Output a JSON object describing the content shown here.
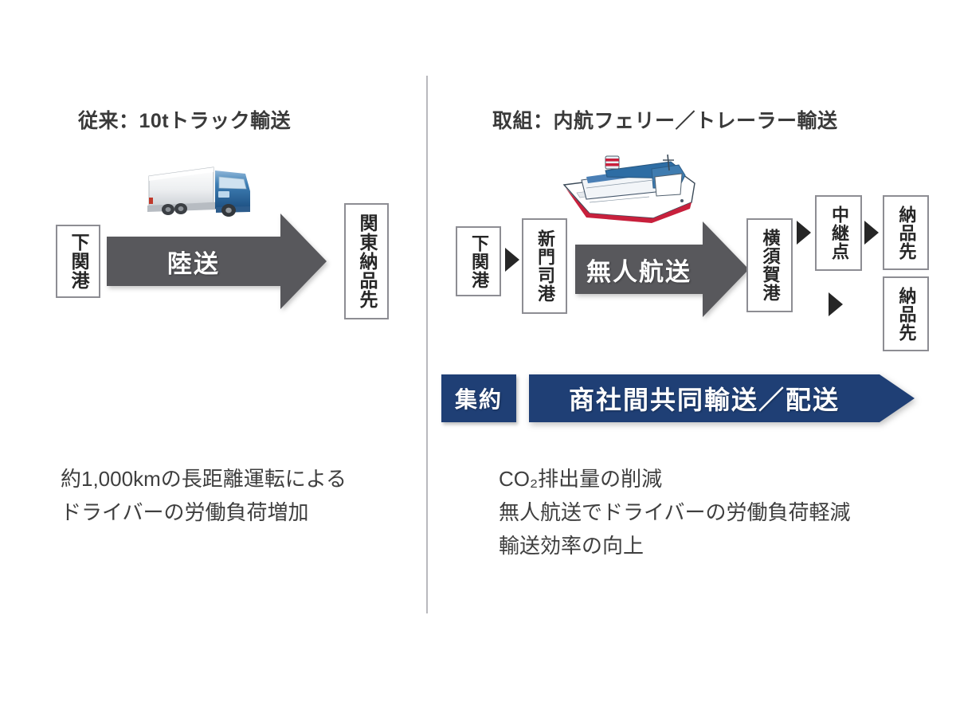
{
  "left_panel": {
    "title": "従来：10tトラック輸送",
    "origin_box": "下関港",
    "arrow_label": "陸送",
    "destination_box": "関東納品先",
    "truck_icon": "truck-icon",
    "caption_lines": [
      "約1,000kmの長距離運転による",
      "ドライバーの労働負荷増加"
    ]
  },
  "right_panel": {
    "title": "取組：内航フェリー／トレーラー輸送",
    "origin_box": "下関港",
    "port_box": "新門司港",
    "arrow_label": "無人航送",
    "arrival_box": "横須賀港",
    "relay_box": "中継点",
    "delivery_box_1": "納品先",
    "delivery_box_2": "納品先",
    "ferry_icon": "ferry-icon",
    "connector_icon": "triangle-right-icon",
    "banner": {
      "tag_label": "集約",
      "arrow_label": "商社間共同輸送／配送"
    },
    "caption_lines": [
      "CO₂排出量の削減",
      "無人航送でドライバーの労働負荷軽減",
      "輸送効率の向上"
    ]
  },
  "colors": {
    "gray_arrow": "#58585c",
    "blue_banner": "#1f3f75",
    "box_border": "#8d8d93",
    "divider": "#b9b9bd",
    "text": "#3b3b3b"
  }
}
